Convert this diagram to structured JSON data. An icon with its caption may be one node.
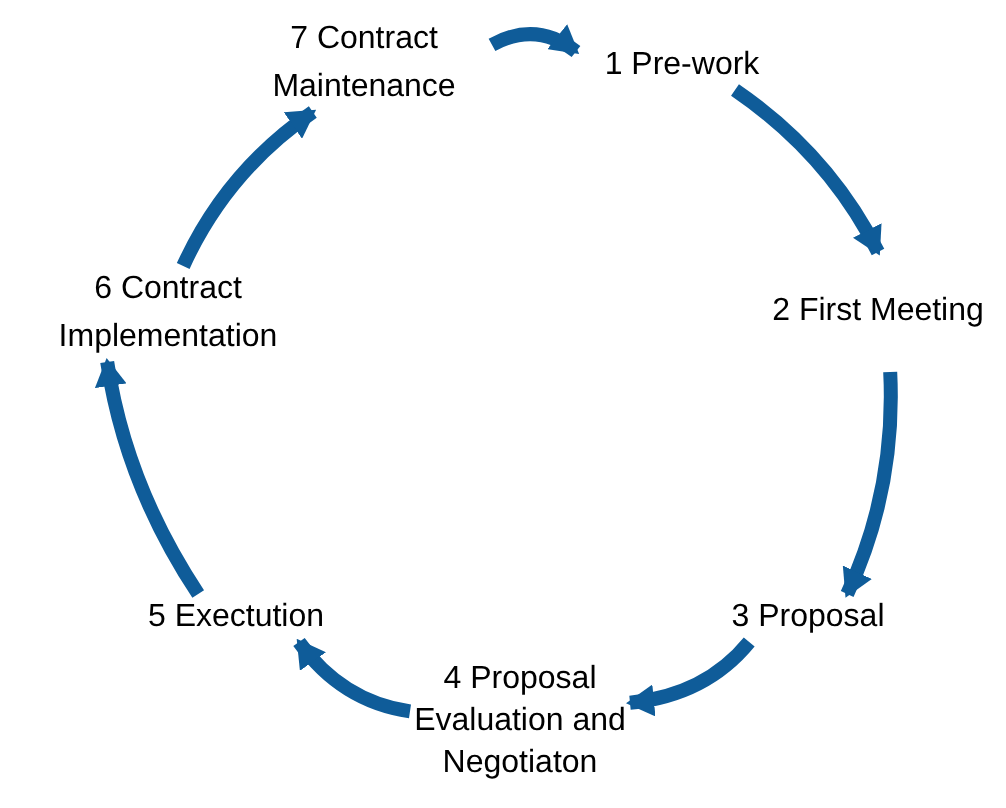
{
  "diagram": {
    "nodes": [
      {
        "text": [
          "1 Pre-work"
        ]
      },
      {
        "text": [
          "2 First Meeting"
        ]
      },
      {
        "text": [
          "3 Proposal"
        ]
      },
      {
        "text": [
          "4 Proposal Evaluation and Negotiaton"
        ]
      },
      {
        "text": [
          "5  Exectution"
        ]
      },
      {
        "text": [
          "6 Contract Implementation"
        ]
      },
      {
        "text": [
          "7 Contract Maintenance"
        ]
      }
    ],
    "edges": [
      {
        "from": 6,
        "to": 0,
        "arrow": "to"
      },
      {
        "from": 0,
        "to": 1,
        "arrow": "to"
      },
      {
        "from": 1,
        "to": 2,
        "arrow": "to"
      },
      {
        "from": 2,
        "to": 3,
        "arrow": "to"
      },
      {
        "from": 3,
        "to": 4,
        "arrow": "to"
      },
      {
        "from": 4,
        "to": 5,
        "arrow": "to"
      },
      {
        "from": 5,
        "to": 6,
        "arrow": "to"
      }
    ]
  }
}
